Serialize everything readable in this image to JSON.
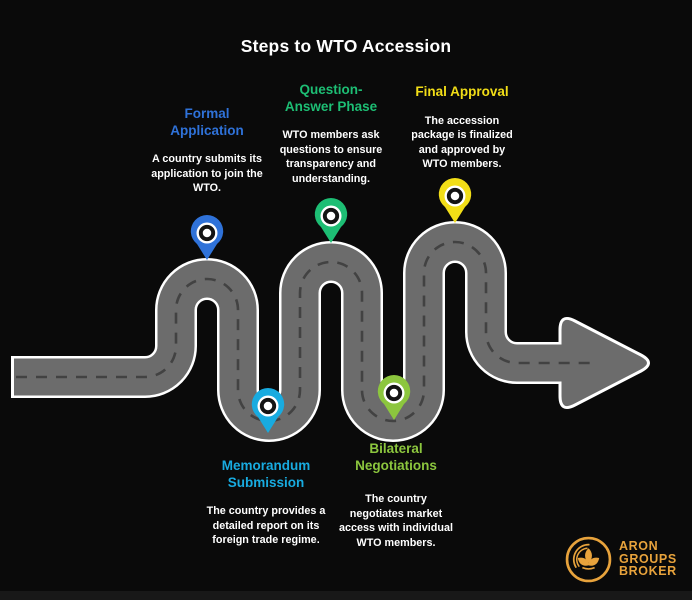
{
  "title": "Steps to WTO Accession",
  "colors": {
    "background": "#0a0a0a",
    "road_fill": "#6c6c6c",
    "road_edge": "#ffffff",
    "road_dash": "#424242",
    "step_blue": "#2f72d9",
    "step_green": "#1dbe74",
    "step_yellow": "#f2de17",
    "step_cyan": "#18abe0",
    "step_lime": "#8cc63e",
    "logo_gold": "#e8a33c"
  },
  "steps": [
    {
      "key": "formal-application",
      "heading_lines": [
        "Formal",
        "Application"
      ],
      "desc_lines": [
        "A country submits its",
        "application to join the",
        "WTO."
      ],
      "color": "#2f72d9"
    },
    {
      "key": "question-answer-phase",
      "heading_lines": [
        "Question-",
        "Answer Phase"
      ],
      "desc_lines": [
        "WTO members ask",
        "questions to ensure",
        "transparency and",
        "understanding."
      ],
      "color": "#1dbe74"
    },
    {
      "key": "final-approval",
      "heading_lines": [
        "Final Approval"
      ],
      "desc_lines": [
        "The accession",
        "package is finalized",
        "and approved by",
        "WTO members."
      ],
      "color": "#f2de17"
    },
    {
      "key": "memorandum-submission",
      "heading_lines": [
        "Memorandum",
        "Submission"
      ],
      "desc_lines": [
        "The country provides a",
        "detailed report on its",
        "foreign trade regime."
      ],
      "color": "#18abe0"
    },
    {
      "key": "bilateral-negotiations",
      "heading_lines": [
        "Bilateral",
        "Negotiations"
      ],
      "desc_lines": [
        "The country",
        "negotiates market",
        "access with individual",
        "WTO members."
      ],
      "color": "#8cc63e"
    }
  ],
  "logo": {
    "lines": [
      "ARON",
      "GROUPS",
      "BROKER"
    ]
  }
}
